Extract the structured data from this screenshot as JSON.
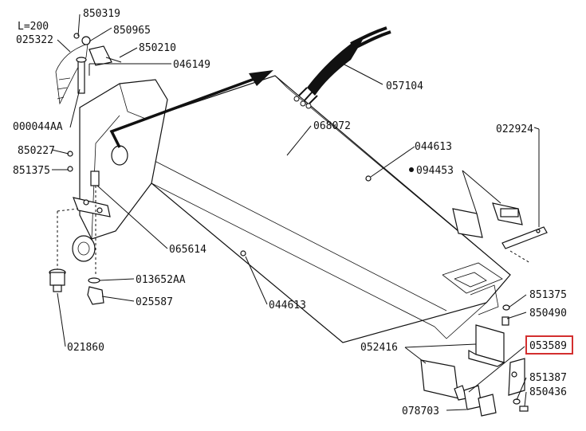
{
  "diagram": {
    "title_note": "L=200",
    "highlighted_part": "053589",
    "parts": [
      {
        "id": "p1",
        "label": "850319"
      },
      {
        "id": "p2",
        "label": "025322"
      },
      {
        "id": "p3",
        "label": "850965"
      },
      {
        "id": "p4",
        "label": "850210"
      },
      {
        "id": "p5",
        "label": "046149"
      },
      {
        "id": "p6",
        "label": "057104"
      },
      {
        "id": "p7",
        "label": "000044AA"
      },
      {
        "id": "p8",
        "label": "068072"
      },
      {
        "id": "p9",
        "label": "022924"
      },
      {
        "id": "p10",
        "label": "850227"
      },
      {
        "id": "p11",
        "label": "851375"
      },
      {
        "id": "p12",
        "label": "044613"
      },
      {
        "id": "p13",
        "label": "094453"
      },
      {
        "id": "p14",
        "label": "065614"
      },
      {
        "id": "p15",
        "label": "013652AA"
      },
      {
        "id": "p16",
        "label": "025587"
      },
      {
        "id": "p17",
        "label": "044613"
      },
      {
        "id": "p18",
        "label": "851375"
      },
      {
        "id": "p19",
        "label": "850490"
      },
      {
        "id": "p20",
        "label": "052416"
      },
      {
        "id": "p21",
        "label": "053589"
      },
      {
        "id": "p22",
        "label": "021860"
      },
      {
        "id": "p23",
        "label": "851387"
      },
      {
        "id": "p24",
        "label": "850436"
      },
      {
        "id": "p25",
        "label": "078703"
      }
    ]
  }
}
